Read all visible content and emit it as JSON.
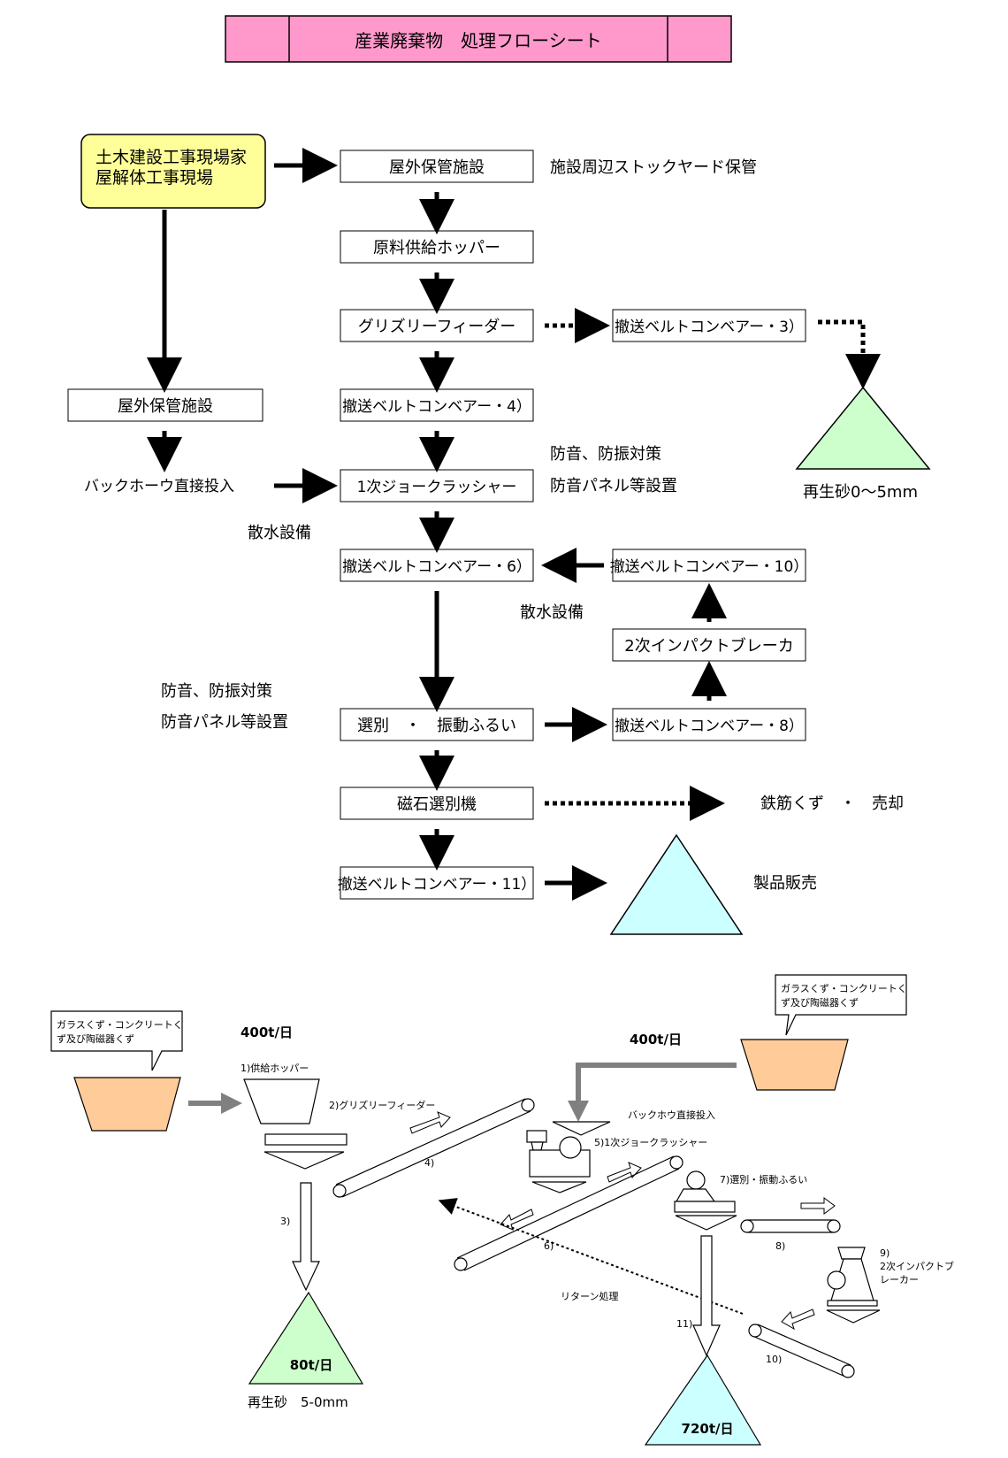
{
  "title": "産業廃棄物　処理フローシート",
  "source_box": {
    "line1": "土木建設工事現場家",
    "line2": "屋解体工事現場"
  },
  "flow": {
    "outdoor_storage": "屋外保管施設",
    "stockyard_note": "施設周辺ストックヤード保管",
    "hopper": "原料供給ホッパー",
    "grizzly": "グリズリーフィーダー",
    "conveyor3": "撤送ベルトコンベアー・3）",
    "conveyor4": "撤送ベルトコンベアー・4）",
    "outdoor_storage_left": "屋外保管施設",
    "backhoe": "バックホーウ直接投入",
    "jaw_crusher": "1次ジョークラッシャー",
    "noise_vib1": "防音、防振対策",
    "noise_panel1": "防音パネル等設置",
    "water1": "散水設備",
    "conveyor6": "撤送ベルトコンベアー・6）",
    "conveyor10": "撤送ベルトコンベアー・10）",
    "water2": "散水設備",
    "impact_breaker": "2次インパクトブレーカ",
    "noise_vib2": "防音、防振対策",
    "noise_panel2": "防音パネル等設置",
    "screen": "選別　・　振動ふるい",
    "conveyor8": "撤送ベルトコンベアー・8）",
    "magnet": "磁石選別機",
    "rebar": "鉄筋くず　・　売却",
    "conveyor11": "撤送ベルトコンベアー・11）",
    "product": "製品販売",
    "recycled_sand": "再生砂0～5mm"
  },
  "process": {
    "bubble_left": {
      "line1": "ガラスくず・コンクリートく",
      "line2": "ず及び陶磁器くず"
    },
    "bubble_right": {
      "line1": "ガラスくず・コンクリートく",
      "line2": "ず及び陶磁器くず"
    },
    "rate_left": "400t/日",
    "rate_right": "400t/日",
    "label_hopper": "1)供給ホッパー",
    "label_grizzly": "2)グリズリーフィーダー",
    "label_3": "3)",
    "label_4": "4)",
    "label_backhoe": "バックホウ直接投入",
    "label_jaw": "5)1次ジョークラッシャー",
    "label_6": "6)",
    "label_screen": "7)選別・振動ふるい",
    "label_8": "8)",
    "label_9a": "9)",
    "label_9b": "2次インパクトブ",
    "label_9c": "レーカー",
    "label_10": "10)",
    "label_11": "11)",
    "label_return": "リターン処理",
    "pile_small": "80t/日",
    "pile_small_caption": "再生砂　5-0mm",
    "pile_big": "720t/日"
  },
  "colors": {
    "title_bg": "#ff99cc",
    "source_bg": "#ffff99",
    "green_pile": "#ccffcc",
    "cyan_pile": "#ccffff",
    "hopper_fill": "#ffcc99",
    "gray_arrow": "#808080"
  }
}
